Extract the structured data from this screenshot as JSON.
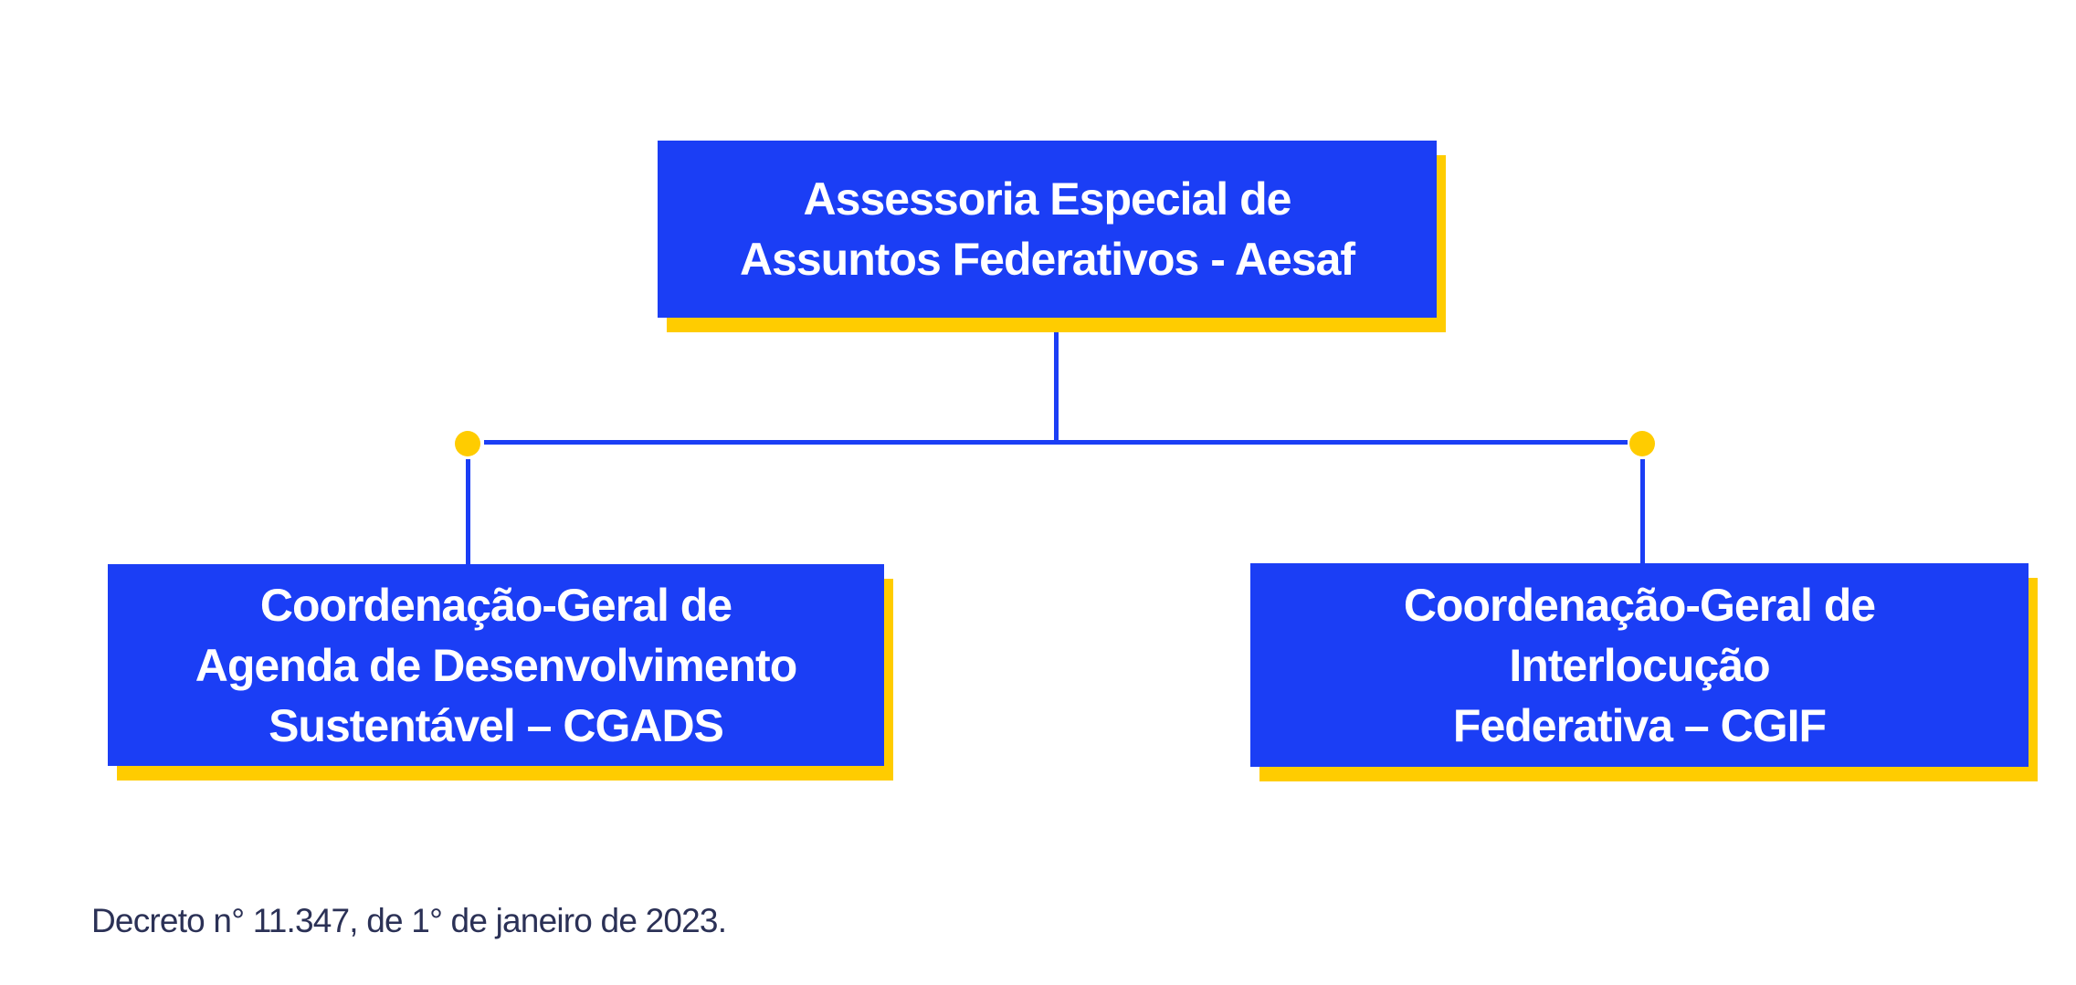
{
  "org_chart": {
    "root": {
      "label": "Assessoria Especial de\nAssuntos Federativos - Aesaf"
    },
    "children": [
      {
        "label": "Coordenação-Geral de\nAgenda de Desenvolvimento\nSustentável – CGADS"
      },
      {
        "label": "Coordenação-Geral de\nInterlocução\nFederativa – CGIF"
      }
    ]
  },
  "footer": {
    "note": "Decreto n° 11.347, de 1° de janeiro de 2023."
  },
  "colors": {
    "box_blue": "#1B3EF5",
    "shadow_yellow": "#FFCC00",
    "connector_blue": "#1B3EF5",
    "junction_yellow": "#FFCC00",
    "note_navy": "#2B3156",
    "box_text": "#FFFFFF",
    "background": "#FFFFFF"
  }
}
